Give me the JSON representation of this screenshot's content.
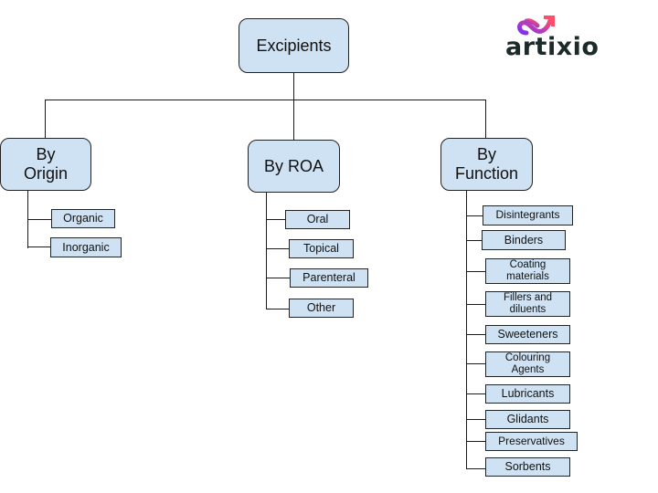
{
  "logo": {
    "text": "artixio",
    "icon": "infinity-arrow-icon",
    "gradient": [
      "#7b2ff7",
      "#ff4e6a"
    ]
  },
  "root": {
    "label": "Excipients"
  },
  "categories": [
    {
      "label": "By\nOrigin",
      "children": [
        "Organic",
        "Inorganic"
      ]
    },
    {
      "label": "By ROA",
      "children": [
        "Oral",
        "Topical",
        "Parenteral",
        "Other"
      ]
    },
    {
      "label": "By\nFunction",
      "children": [
        "Disintegrants",
        "Binders",
        "Coating\nmaterials",
        "Fillers and\ndiluents",
        "Sweeteners",
        "Colouring\nAgents",
        "Lubricants",
        "Glidants",
        "Preservatives",
        "Sorbents"
      ]
    }
  ],
  "colors": {
    "box_fill": "#cfe2f3",
    "stroke": "#1a1a1a"
  }
}
